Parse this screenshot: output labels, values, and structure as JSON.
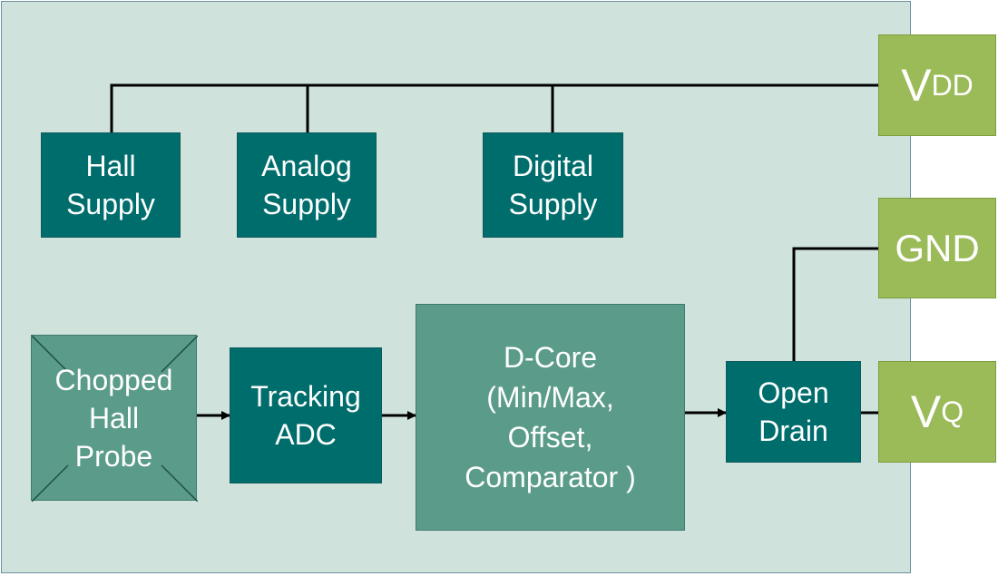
{
  "blocks": {
    "hall_supply": [
      "Hall",
      "Supply"
    ],
    "analog_supply": [
      "Analog",
      "Supply"
    ],
    "digital_supply": [
      "Digital",
      "Supply"
    ],
    "chopped_hall_probe": [
      "Chopped",
      "Hall",
      "Probe"
    ],
    "tracking_adc": [
      "Tracking",
      "ADC"
    ],
    "d_core": [
      "D-Core",
      "(Min/Max,",
      "Offset,",
      "Comparator )"
    ],
    "open_drain": [
      "Open",
      "Drain"
    ]
  },
  "pins": {
    "vdd": {
      "main": "V",
      "sub": "DD"
    },
    "gnd": {
      "main": "GND"
    },
    "vq": {
      "main": "V",
      "sub": "Q"
    }
  },
  "colors": {
    "chip_background": "#cfe3dc",
    "dark_block": "#006d6d",
    "mid_block": "#5a9b8a",
    "pin": "#9bbb59",
    "wire": "#000000"
  }
}
